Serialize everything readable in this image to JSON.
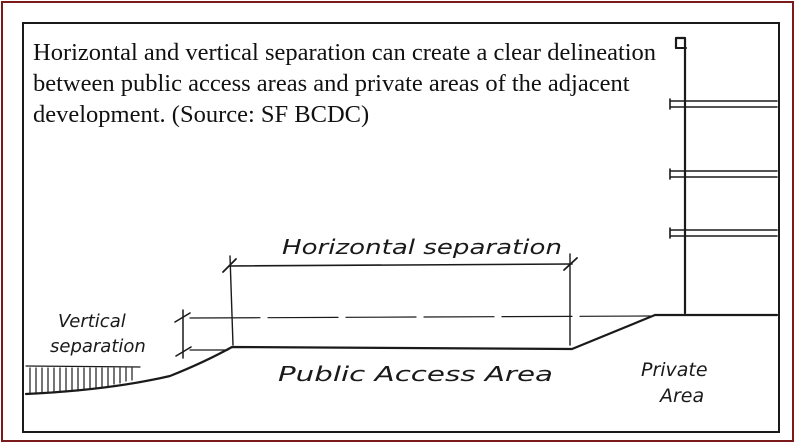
{
  "caption": "Horizontal and vertical separation can create a clear delineation between public access areas and private areas of the adjacent development. (Source: SF BCDC)",
  "labels": {
    "horizontal_separation": "Horizontal separation",
    "vertical_line1": "Vertical",
    "vertical_line2": "separation",
    "public_access_area": "Public Access Area",
    "private_line1": "Private",
    "private_line2": "Area"
  }
}
